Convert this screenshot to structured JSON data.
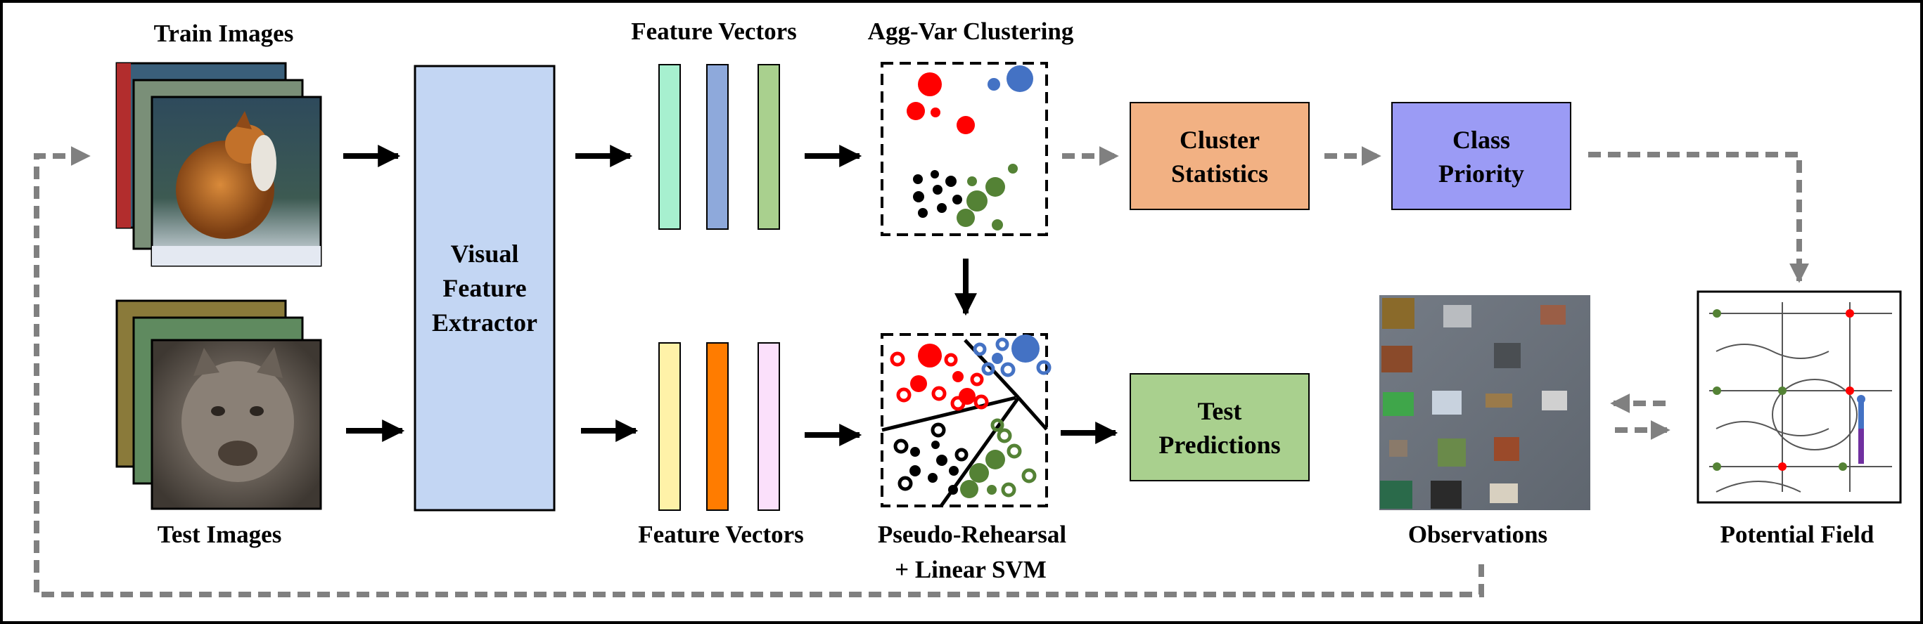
{
  "labels": {
    "train_images": "Train Images",
    "test_images": "Test Images",
    "feature_vectors_top": "Feature Vectors",
    "feature_vectors_bottom": "Feature Vectors",
    "agg_var_clustering": "Agg-Var Clustering",
    "pseudo_rehearsal_line1": "Pseudo-Rehearsal",
    "pseudo_rehearsal_line2": "+ Linear SVM",
    "observations": "Observations",
    "potential_field": "Potential Field"
  },
  "boxes": {
    "extractor_line1": "Visual",
    "extractor_line2": "Feature",
    "extractor_line3": "Extractor",
    "cluster_stats_line1": "Cluster",
    "cluster_stats_line2": "Statistics",
    "class_priority_line1": "Class",
    "class_priority_line2": "Priority",
    "test_predictions_line1": "Test",
    "test_predictions_line2": "Predictions"
  },
  "colors": {
    "extractor": "#c3d6f3",
    "cluster_stats": "#f2b183",
    "class_priority": "#9b9bf5",
    "test_predictions": "#a9d08e",
    "fv_top": [
      "#a7f0cf",
      "#8ea9db",
      "#a9d08e"
    ],
    "fv_bottom": [
      "#fff2a8",
      "#ff7c00",
      "#fbe0fb"
    ],
    "dashed_gray": "#808080",
    "red": "#ff0000",
    "blue": "#4472c4",
    "green": "#548235",
    "black": "#000000"
  }
}
